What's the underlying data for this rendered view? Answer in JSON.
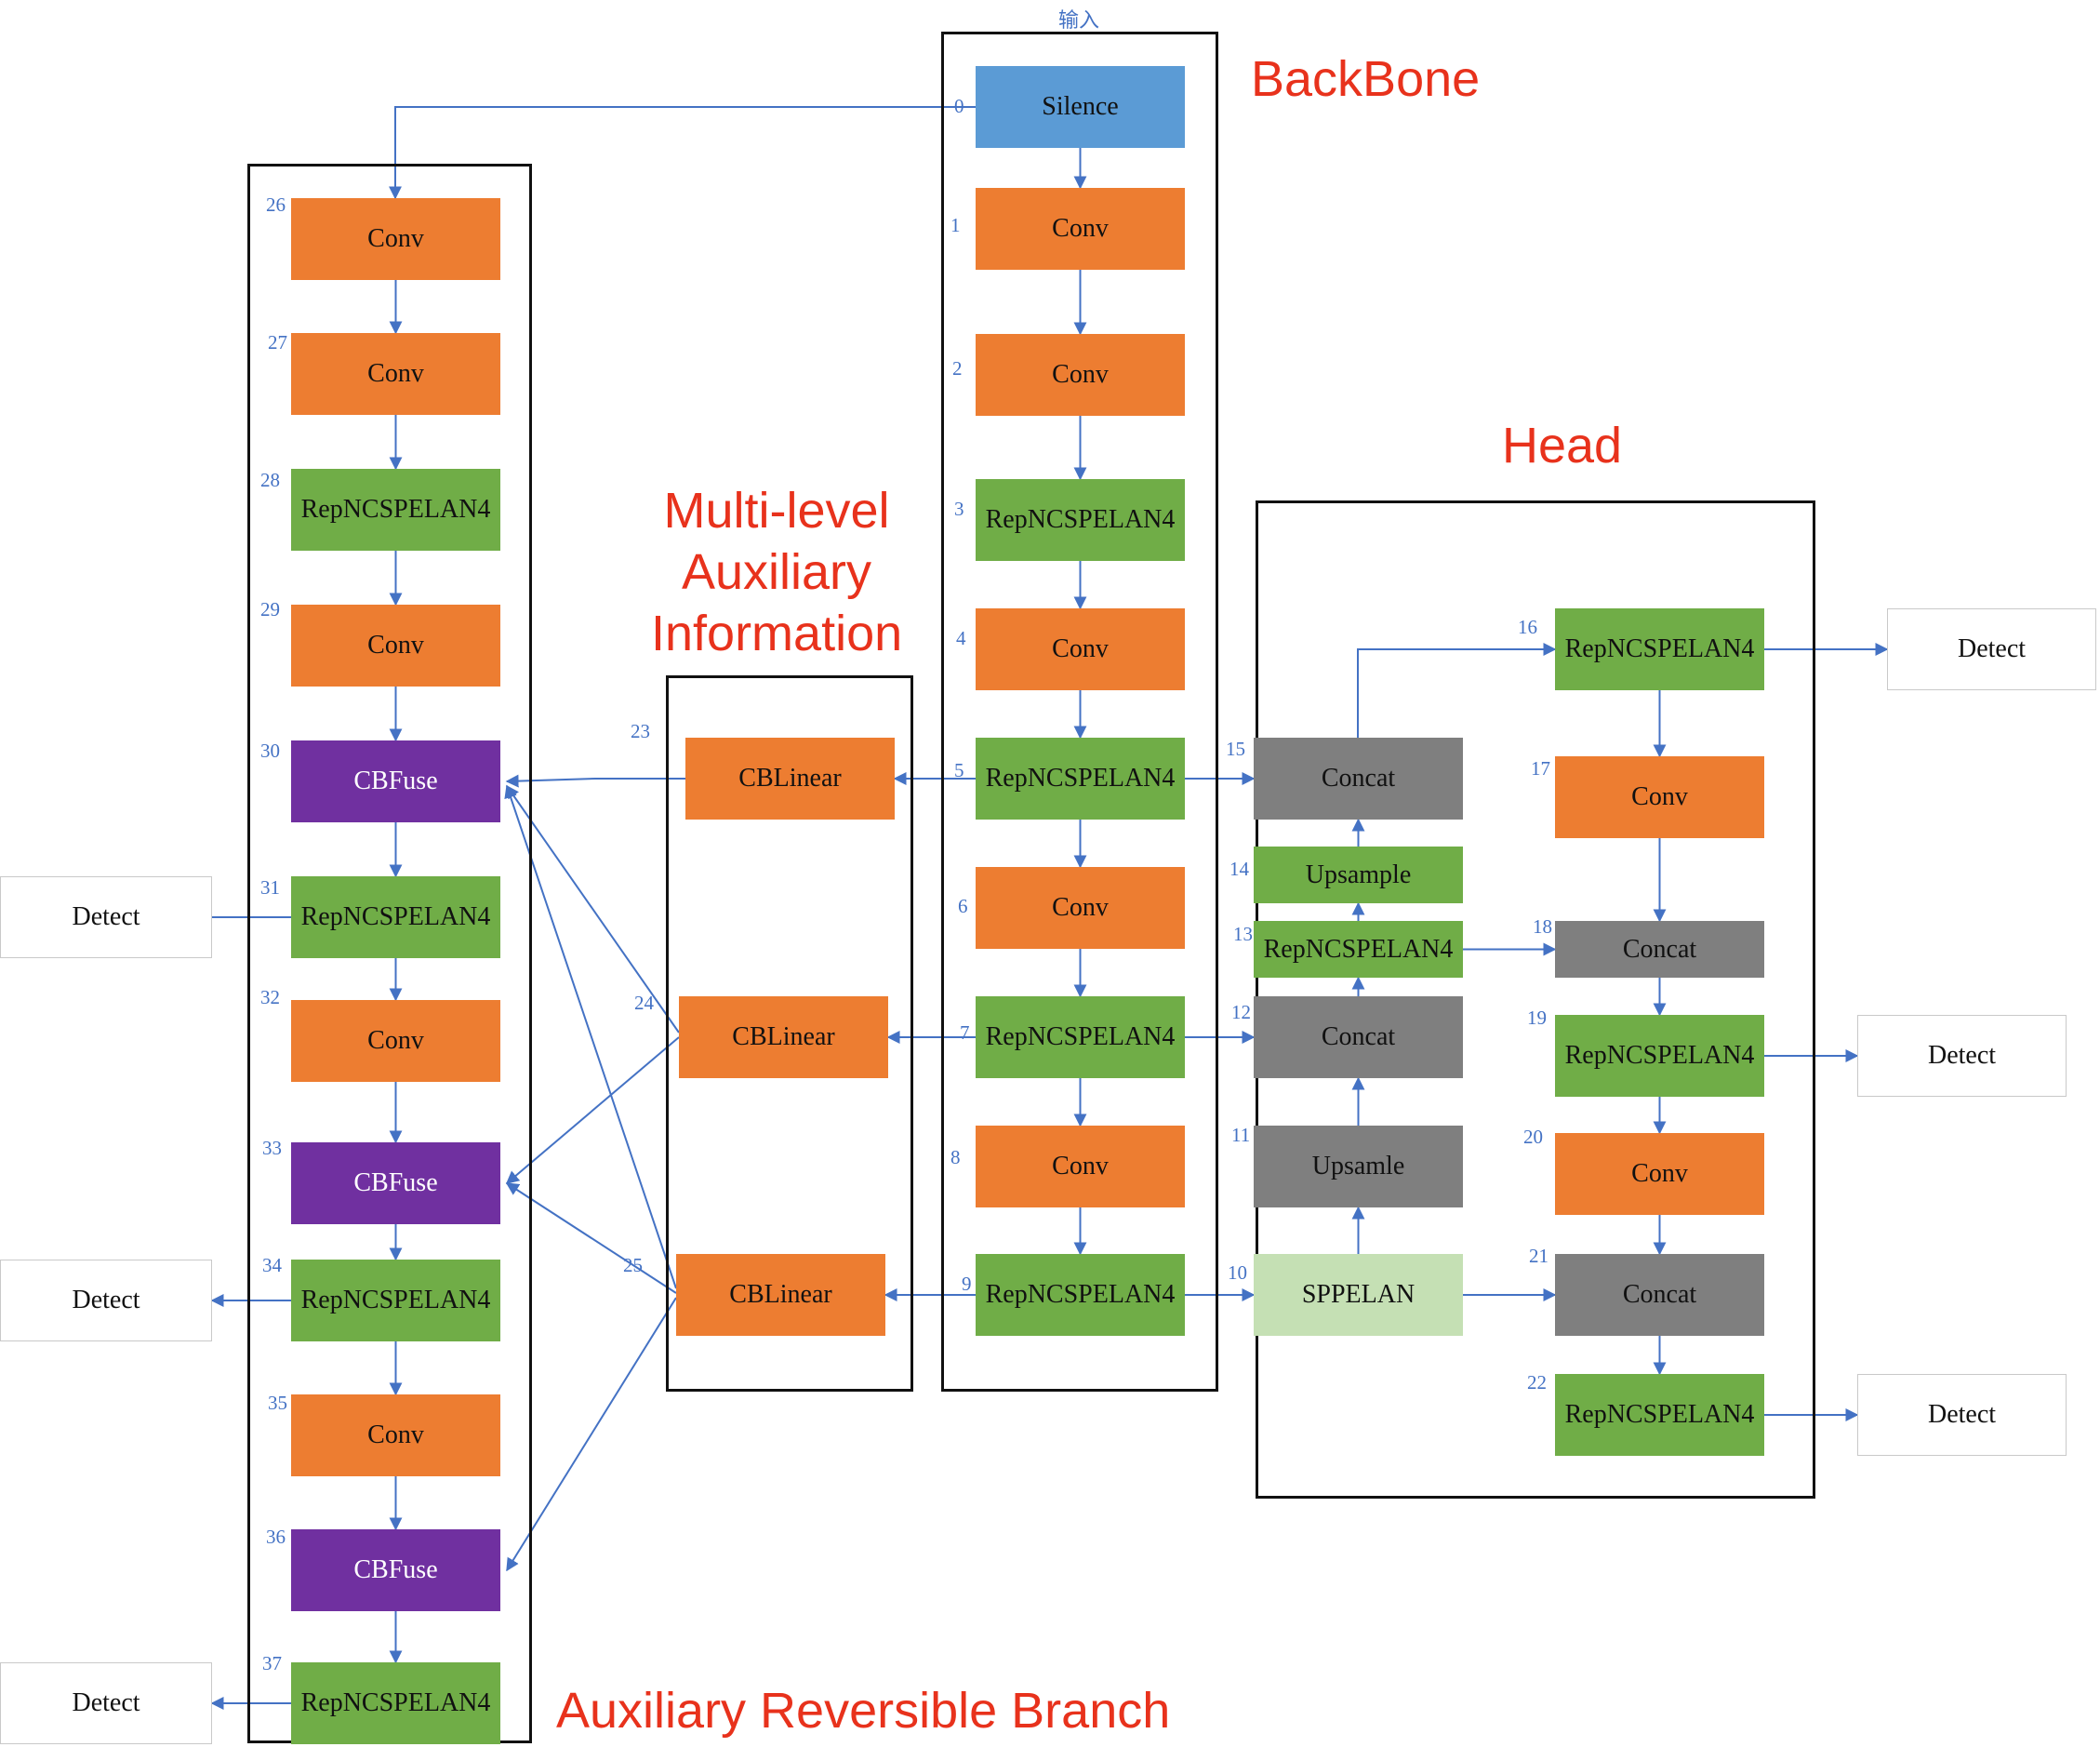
{
  "sections": {
    "backbone": "BackBone",
    "head": "Head",
    "multilevel": [
      "Multi-level",
      "Auxiliary",
      "Information"
    ],
    "auxiliary": "Auxiliary Reversible Branch"
  },
  "input_label": "输入",
  "colors": {
    "blue": "#5b9bd5",
    "orange": "#ed7d31",
    "green": "#70ad47",
    "purple": "#7030a0",
    "gray": "#7f7f7f",
    "lightgreen": "#c5e0b4",
    "detect": "#ffffff",
    "wire": "#4472c4",
    "section_text": "#e8321c"
  },
  "nodes": [
    {
      "id": "0",
      "label": "Silence",
      "color": "blue",
      "number": "0"
    },
    {
      "id": "1",
      "label": "Conv",
      "color": "orange",
      "number": "1"
    },
    {
      "id": "2",
      "label": "Conv",
      "color": "orange",
      "number": "2"
    },
    {
      "id": "3",
      "label": "RepNCSPELAN4",
      "color": "green",
      "number": "3"
    },
    {
      "id": "4",
      "label": "Conv",
      "color": "orange",
      "number": "4"
    },
    {
      "id": "5",
      "label": "RepNCSPELAN4",
      "color": "green",
      "number": "5"
    },
    {
      "id": "6",
      "label": "Conv",
      "color": "orange",
      "number": "6"
    },
    {
      "id": "7",
      "label": "RepNCSPELAN4",
      "color": "green",
      "number": "7"
    },
    {
      "id": "8",
      "label": "Conv",
      "color": "orange",
      "number": "8"
    },
    {
      "id": "9",
      "label": "RepNCSPELAN4",
      "color": "green",
      "number": "9"
    },
    {
      "id": "10",
      "label": "SPPELAN",
      "color": "lightgreen",
      "number": "10"
    },
    {
      "id": "11",
      "label": "Upsamle",
      "color": "gray",
      "number": "11"
    },
    {
      "id": "12",
      "label": "Concat",
      "color": "gray",
      "number": "12"
    },
    {
      "id": "13",
      "label": "RepNCSPELAN4",
      "color": "green",
      "number": "13"
    },
    {
      "id": "14",
      "label": "Upsample",
      "color": "green",
      "number": "14"
    },
    {
      "id": "15",
      "label": "Concat",
      "color": "gray",
      "number": "15"
    },
    {
      "id": "16",
      "label": "RepNCSPELAN4",
      "color": "green",
      "number": "16"
    },
    {
      "id": "17",
      "label": "Conv",
      "color": "orange",
      "number": "17"
    },
    {
      "id": "18",
      "label": "Concat",
      "color": "gray",
      "number": "18"
    },
    {
      "id": "19",
      "label": "RepNCSPELAN4",
      "color": "green",
      "number": "19"
    },
    {
      "id": "20",
      "label": "Conv",
      "color": "orange",
      "number": "20"
    },
    {
      "id": "21",
      "label": "Concat",
      "color": "gray",
      "number": "21"
    },
    {
      "id": "22",
      "label": "RepNCSPELAN4",
      "color": "green",
      "number": "22"
    },
    {
      "id": "23",
      "label": "CBLinear",
      "color": "orange",
      "number": "23"
    },
    {
      "id": "24",
      "label": "CBLinear",
      "color": "orange",
      "number": "24"
    },
    {
      "id": "25",
      "label": "CBLinear",
      "color": "orange",
      "number": "25"
    },
    {
      "id": "26",
      "label": "Conv",
      "color": "orange",
      "number": "26"
    },
    {
      "id": "27",
      "label": "Conv",
      "color": "orange",
      "number": "27"
    },
    {
      "id": "28",
      "label": "RepNCSPELAN4",
      "color": "green",
      "number": "28"
    },
    {
      "id": "29",
      "label": "Conv",
      "color": "orange",
      "number": "29"
    },
    {
      "id": "30",
      "label": "CBFuse",
      "color": "purple",
      "number": "30"
    },
    {
      "id": "31",
      "label": "RepNCSPELAN4",
      "color": "green",
      "number": "31"
    },
    {
      "id": "32",
      "label": "Conv",
      "color": "orange",
      "number": "32"
    },
    {
      "id": "33",
      "label": "CBFuse",
      "color": "purple",
      "number": "33"
    },
    {
      "id": "34",
      "label": "RepNCSPELAN4",
      "color": "green",
      "number": "34"
    },
    {
      "id": "35",
      "label": "Conv",
      "color": "orange",
      "number": "35"
    },
    {
      "id": "36",
      "label": "CBFuse",
      "color": "purple",
      "number": "36"
    },
    {
      "id": "37",
      "label": "RepNCSPELAN4",
      "color": "green",
      "number": "37"
    },
    {
      "id": "d16",
      "label": "Detect",
      "color": "detect"
    },
    {
      "id": "d19",
      "label": "Detect",
      "color": "detect"
    },
    {
      "id": "d22",
      "label": "Detect",
      "color": "detect"
    },
    {
      "id": "d31",
      "label": "Detect",
      "color": "detect"
    },
    {
      "id": "d34",
      "label": "Detect",
      "color": "detect"
    },
    {
      "id": "d37",
      "label": "Detect",
      "color": "detect"
    }
  ],
  "edges": [
    [
      "0",
      "1"
    ],
    [
      "1",
      "2"
    ],
    [
      "2",
      "3"
    ],
    [
      "3",
      "4"
    ],
    [
      "4",
      "5"
    ],
    [
      "5",
      "6"
    ],
    [
      "6",
      "7"
    ],
    [
      "7",
      "8"
    ],
    [
      "8",
      "9"
    ],
    [
      "9",
      "10"
    ],
    [
      "10",
      "11"
    ],
    [
      "11",
      "12"
    ],
    [
      "12",
      "13"
    ],
    [
      "13",
      "14"
    ],
    [
      "14",
      "15"
    ],
    [
      "5",
      "15"
    ],
    [
      "7",
      "12"
    ],
    [
      "15",
      "16"
    ],
    [
      "16",
      "17"
    ],
    [
      "17",
      "18"
    ],
    [
      "13",
      "18"
    ],
    [
      "18",
      "19"
    ],
    [
      "19",
      "20"
    ],
    [
      "20",
      "21"
    ],
    [
      "10",
      "21"
    ],
    [
      "21",
      "22"
    ],
    [
      "16",
      "d16"
    ],
    [
      "19",
      "d19"
    ],
    [
      "22",
      "d22"
    ],
    [
      "5",
      "23"
    ],
    [
      "7",
      "24"
    ],
    [
      "9",
      "25"
    ],
    [
      "0",
      "26"
    ],
    [
      "26",
      "27"
    ],
    [
      "27",
      "28"
    ],
    [
      "28",
      "29"
    ],
    [
      "29",
      "30"
    ],
    [
      "30",
      "31"
    ],
    [
      "31",
      "32"
    ],
    [
      "32",
      "33"
    ],
    [
      "33",
      "34"
    ],
    [
      "34",
      "35"
    ],
    [
      "35",
      "36"
    ],
    [
      "36",
      "37"
    ],
    [
      "23",
      "30"
    ],
    [
      "24",
      "30"
    ],
    [
      "25",
      "30"
    ],
    [
      "24",
      "33"
    ],
    [
      "25",
      "33"
    ],
    [
      "25",
      "36"
    ],
    [
      "31",
      "d31"
    ],
    [
      "34",
      "d34"
    ],
    [
      "37",
      "d37"
    ]
  ]
}
